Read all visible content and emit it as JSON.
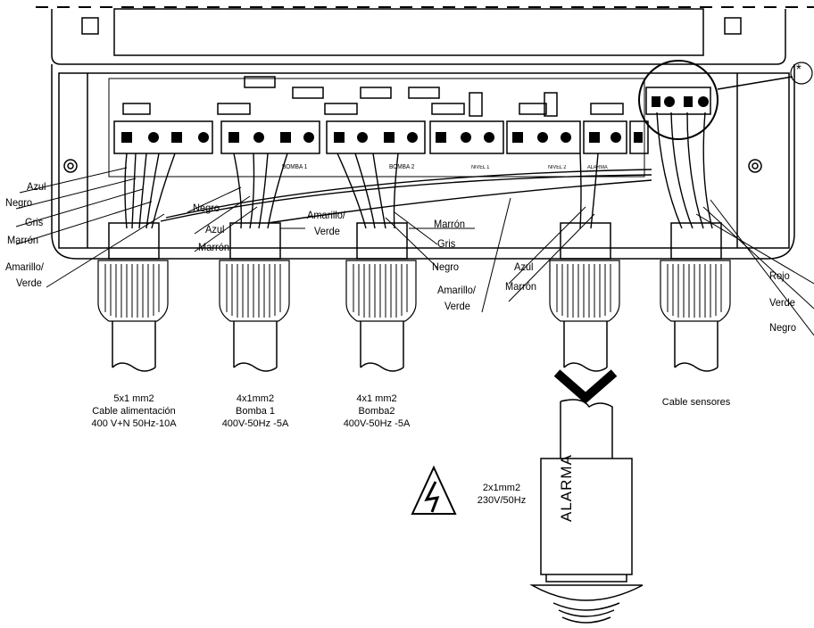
{
  "wire_labels": {
    "power_azul": "Azul",
    "power_negro": "Negro",
    "power_gris": "Gris",
    "power_marron": "Marrón",
    "power_amarillo_1": "Amarillo/",
    "power_amarillo_2": "Verde",
    "b1_negro": "Negro",
    "b1_azul": "Azul",
    "b1_marron": "Marrón",
    "b1_amarillo_1": "Amarillo/",
    "b1_amarillo_2": "Verde",
    "b2_marron": "Marrón",
    "b2_gris": "Gris",
    "b2_negro": "Negro",
    "b2_amarillo_1": "Amarillo/",
    "b2_amarillo_2": "Verde",
    "al_azul": "Azul",
    "al_marron": "Marrón",
    "s_rojo": "Rojo",
    "s_verde": "Verde",
    "s_negro": "Negro"
  },
  "cables": {
    "power": [
      "5x1 mm2",
      "Cable alimentación",
      "400 V+N 50Hz-10A"
    ],
    "pump1": [
      "4x1mm2",
      "Bomba 1",
      "400V-50Hz -5A"
    ],
    "pump2": [
      "4x1 mm2",
      "Bomba2",
      "400V-50Hz -5A"
    ],
    "sensors": "Cable sensores",
    "alarm": [
      "2x1mm2",
      "230V/50Hz"
    ]
  },
  "alarm_device": "ALARMA",
  "callout_marker": "*",
  "board_labels": {
    "pump1_terminal": "BOMBA 1",
    "pump2_terminal": "BOMBA 2",
    "level1": "NIVEL 1",
    "level2": "NIVEL 2",
    "alarm_terminal": "ALARMA"
  },
  "icons": [
    "high-voltage-warning-icon"
  ]
}
